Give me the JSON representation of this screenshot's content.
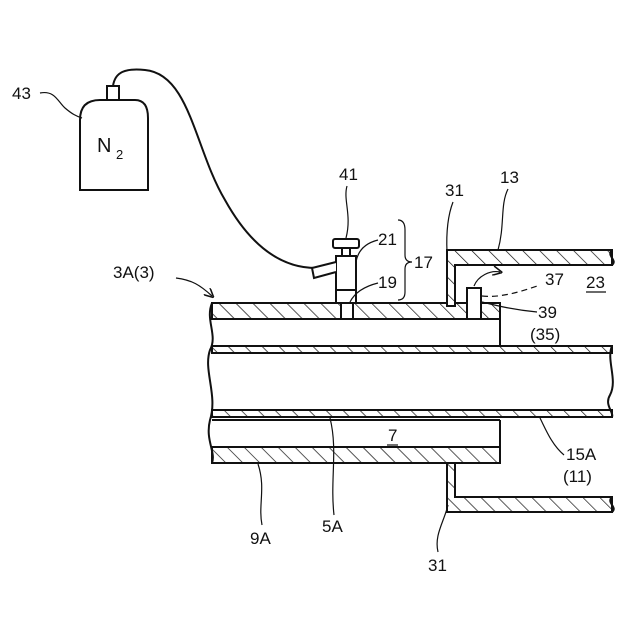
{
  "labels": {
    "n2_main": "N",
    "n2_sub": "2",
    "l43": "43",
    "l41": "41",
    "l21": "21",
    "l19": "19",
    "l17": "17",
    "l31_top": "31",
    "l13": "13",
    "l3a": "3A(3)",
    "l37": "37",
    "l23": "23",
    "l39": "39",
    "l35": "(35)",
    "l7": "7",
    "l15a": "15A",
    "l11": "(11)",
    "l9a": "9A",
    "l5a": "5A",
    "l31_bot": "31"
  }
}
